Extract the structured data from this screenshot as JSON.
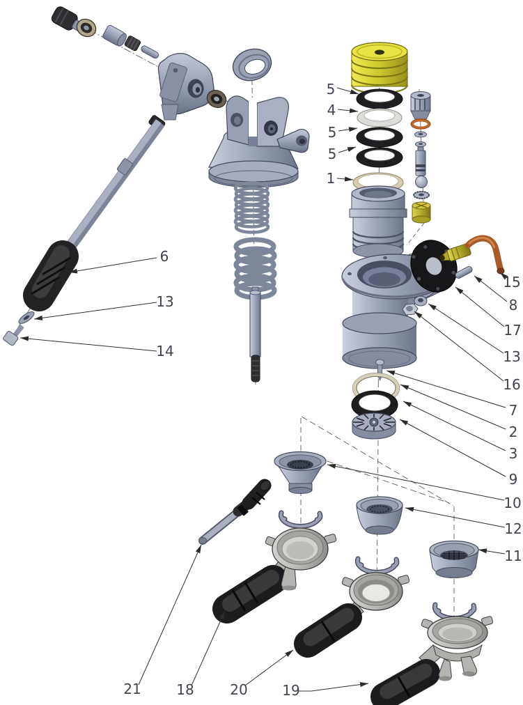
{
  "figure": {
    "type": "exploded-view parts diagram",
    "subject": "lever espresso machine group head assembly",
    "colors": {
      "part_gray": "#9aa2b6",
      "piston_yellow": "#d9d436",
      "seal_black": "#1e1e21",
      "copper": "#a85b28",
      "brass": "#c6bc3e",
      "gasket_tan": "#d8cdb4",
      "line": "#2f2f2f",
      "label_text": "#3f4450"
    },
    "callouts": [
      {
        "label": "5",
        "points_to": "piston-seal-ring-top"
      },
      {
        "label": "4",
        "points_to": "piston-spacer-ring"
      },
      {
        "label": "5",
        "points_to": "piston-seal-ring-middle"
      },
      {
        "label": "5",
        "points_to": "piston-seal-ring-bottom"
      },
      {
        "label": "1",
        "points_to": "group-head-gasket"
      },
      {
        "label": "6",
        "points_to": "lever-hand-grip"
      },
      {
        "label": "13",
        "points_to": "washer-at-lever-end"
      },
      {
        "label": "14",
        "points_to": "lever-end-screw"
      },
      {
        "label": "15",
        "points_to": "copper-inlet-tube"
      },
      {
        "label": "8",
        "points_to": "locating-pin"
      },
      {
        "label": "17",
        "points_to": "mounting-flange-gasket"
      },
      {
        "label": "13",
        "points_to": "washer-at-body-port"
      },
      {
        "label": "16",
        "points_to": "body-port-plug"
      },
      {
        "label": "7",
        "points_to": "shower-screen-screw"
      },
      {
        "label": "2",
        "points_to": "screen-retaining-ring"
      },
      {
        "label": "3",
        "points_to": "screen-gasket"
      },
      {
        "label": "9",
        "points_to": "shower-screen"
      },
      {
        "label": "10",
        "points_to": "single-dose-filter-basket"
      },
      {
        "label": "12",
        "points_to": "double-dose-filter-basket"
      },
      {
        "label": "11",
        "points_to": "blind-filter-basket"
      },
      {
        "label": "21",
        "points_to": "group-cleaning-brush"
      },
      {
        "label": "18",
        "points_to": "portafilter-single-spout"
      },
      {
        "label": "20",
        "points_to": "portafilter-bottomless"
      },
      {
        "label": "19",
        "points_to": "portafilter-double-spout"
      }
    ]
  }
}
